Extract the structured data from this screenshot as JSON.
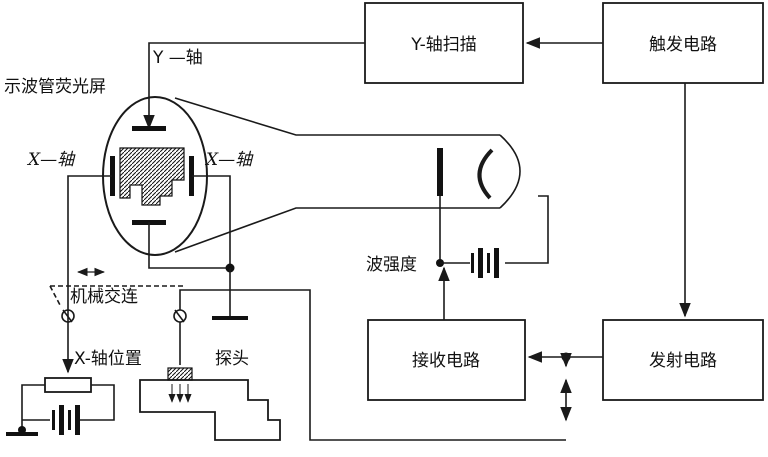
{
  "blocks": {
    "y_scan": "Y-轴扫描",
    "trigger": "触发电路",
    "receiver": "接收电路",
    "transmitter": "发射电路"
  },
  "labels": {
    "screen": "示波管荧光屏",
    "y_axis": "Y —轴",
    "x_axis_left": "X—轴",
    "x_axis_right": "X—轴",
    "intensity": "波强度",
    "mechanical_link": "机械交连",
    "x_position": "X-轴位置",
    "probe": "探头"
  }
}
